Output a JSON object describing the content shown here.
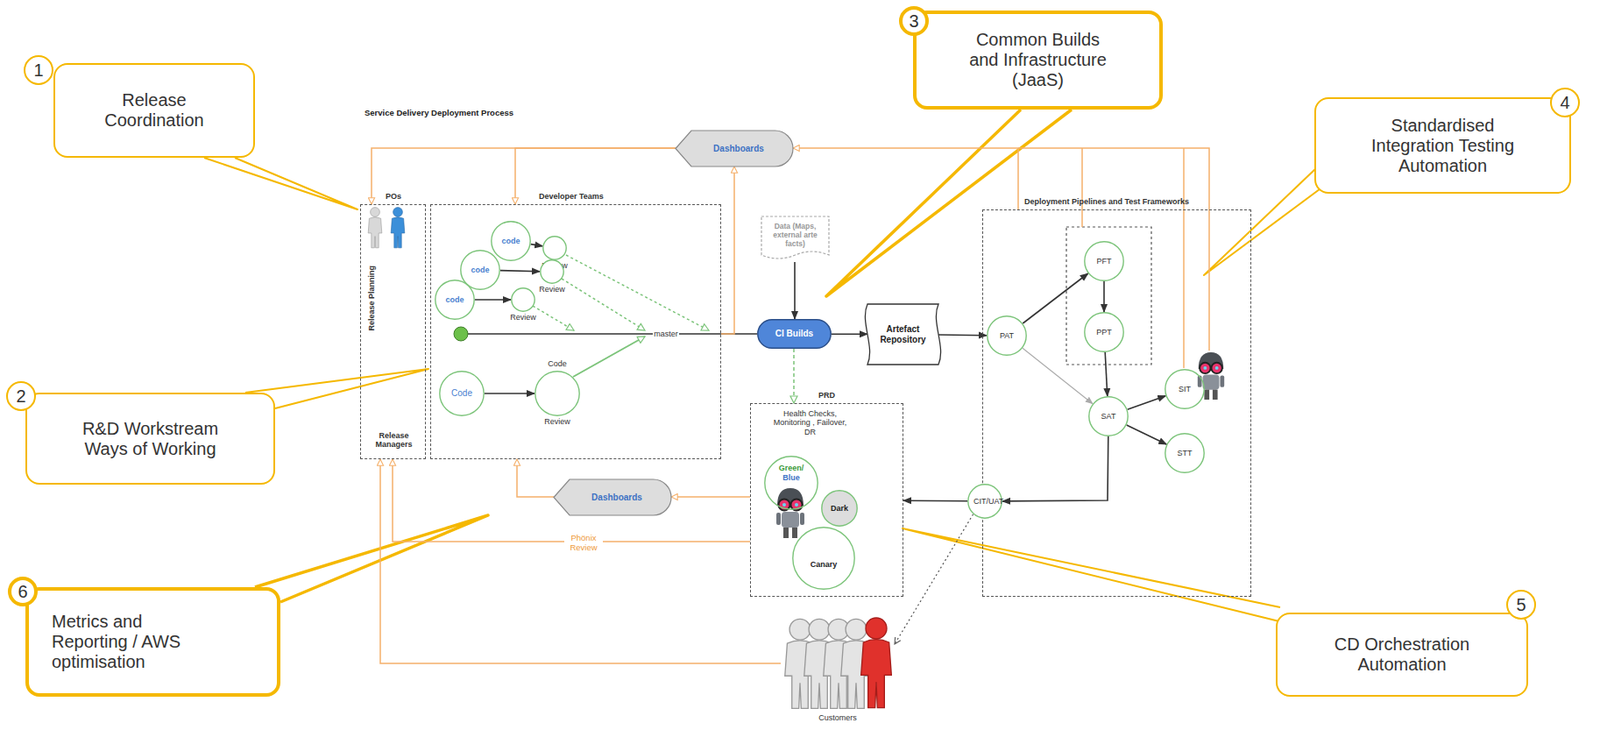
{
  "diagram": {
    "title": "Service Delivery Deployment Process",
    "nodes": [
      {
        "text": [
          "POs",
          "Release Planning",
          "Release Managers"
        ]
      },
      {
        "text": [
          "Developer Teams"
        ]
      },
      {
        "text": [
          "code"
        ],
        "in": 1
      },
      {
        "text": [
          "Review"
        ],
        "in": 1
      },
      {
        "text": [
          "code"
        ],
        "in": 1
      },
      {
        "text": [
          "Review"
        ],
        "in": 1
      },
      {
        "text": [
          "code"
        ],
        "in": 1
      },
      {
        "text": [
          "Review"
        ],
        "in": 1
      },
      {
        "text": [
          "Code"
        ],
        "in": 1
      },
      {
        "text": [
          "Code",
          "Review"
        ],
        "in": 1
      },
      {
        "text": [
          "Dashboards"
        ]
      },
      {
        "text": [
          "Data (Maps, external arte facts)"
        ]
      },
      {
        "text": [
          "CI Builds"
        ]
      },
      {
        "text": [
          "Artefact Repository"
        ]
      },
      {
        "text": [
          "PRD",
          "Health Checks, Monitoring , Failover, DR"
        ]
      },
      {
        "text": [
          "Green/",
          "Blue"
        ],
        "in": 14
      },
      {
        "text": [
          "Dark"
        ],
        "in": 14
      },
      {
        "text": [
          "Canary"
        ],
        "in": 14
      },
      {
        "text": [
          "Dashboards"
        ]
      },
      {
        "text": [
          "Deployment Pipelines and Test Frameworks"
        ]
      },
      {
        "text": [
          "PAT"
        ],
        "in": 19
      },
      {
        "text": [
          "PFT"
        ],
        "in": 19
      },
      {
        "text": [
          "PPT"
        ],
        "in": 19
      },
      {
        "text": [
          "SAT"
        ],
        "in": 19
      },
      {
        "text": [
          "SIT"
        ],
        "in": 19
      },
      {
        "text": [
          "STT"
        ],
        "in": 19
      },
      {
        "text": [
          "CIT/UAT"
        ],
        "in": 19
      },
      {
        "text": [
          "Customers"
        ]
      },
      {
        "text": [
          "1",
          "Release Coordination"
        ]
      },
      {
        "text": [
          "2",
          "R&D Workstream Ways of Working"
        ]
      },
      {
        "text": [
          "3",
          "Common Builds and Infrastructure (JaaS)"
        ]
      },
      {
        "text": [
          "4",
          "Standardised Integration Testing Automation"
        ]
      },
      {
        "text": [
          "5",
          "CD Orchestration Automation"
        ]
      },
      {
        "text": [
          "6",
          "Metrics and Reporting / AWS optimisation"
        ]
      }
    ],
    "edges": [
      {
        "from": 2,
        "to": 3,
        "arrow": "to"
      },
      {
        "from": 4,
        "to": 5,
        "arrow": "to"
      },
      {
        "from": 6,
        "to": 7,
        "arrow": "to"
      },
      {
        "from": 8,
        "to": 9,
        "arrow": "to"
      },
      {
        "from": 11,
        "to": 12,
        "arrow": "to"
      },
      {
        "from": 12,
        "to": 13,
        "arrow": "to"
      },
      {
        "from": 13,
        "to": 20,
        "arrow": "to"
      },
      {
        "from": 20,
        "to": 21,
        "arrow": "to"
      },
      {
        "from": 21,
        "to": 22,
        "arrow": "to"
      },
      {
        "from": 22,
        "to": 23,
        "arrow": "to"
      },
      {
        "from": 20,
        "to": 23,
        "arrow": "to"
      },
      {
        "from": 23,
        "to": 24,
        "arrow": "to"
      },
      {
        "from": 23,
        "to": 25,
        "arrow": "to"
      },
      {
        "from": 23,
        "to": 26,
        "arrow": "to"
      },
      {
        "from": 26,
        "to": 14,
        "arrow": "to"
      },
      {
        "from": 12,
        "to": 14,
        "arrow": "to"
      },
      {
        "from": 26,
        "to": 27,
        "arrow": "to"
      },
      {
        "from": 1,
        "to": 12,
        "arrow": "none"
      },
      {
        "from": 10,
        "to": 0,
        "arrow": "to"
      },
      {
        "from": 10,
        "to": 1,
        "arrow": "to"
      },
      {
        "from": 1,
        "to": 10,
        "arrow": "to"
      },
      {
        "from": 19,
        "to": 10,
        "arrow": "to"
      },
      {
        "from": 14,
        "to": 18,
        "arrow": "to"
      },
      {
        "from": 18,
        "to": 1,
        "arrow": "to"
      },
      {
        "from": 14,
        "to": 0,
        "label": "Phönix Review",
        "arrow": "to"
      },
      {
        "from": 27,
        "to": 0,
        "arrow": "to"
      }
    ],
    "labels": [
      "master"
    ]
  }
}
